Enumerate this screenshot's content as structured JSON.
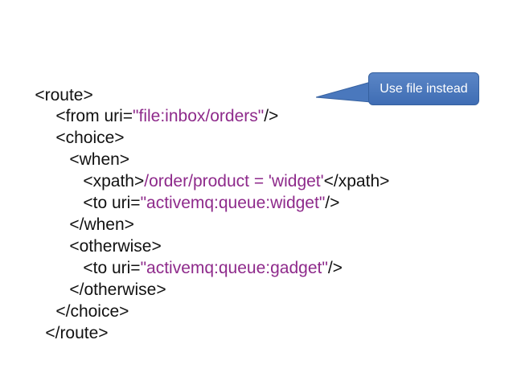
{
  "callout": {
    "text": "Use file instead",
    "fill": "#4a78bd",
    "border": "#35609f"
  },
  "colors": {
    "tag": "#111111",
    "value": "#8e2a8b"
  },
  "code": {
    "line1": {
      "tag": "<route>"
    },
    "line2": {
      "open": "<from uri=",
      "value": "\"file:inbox/orders\"",
      "close": "/>"
    },
    "line3": {
      "tag": "<choice>"
    },
    "line4": {
      "tag": "<when>"
    },
    "line5": {
      "open": "<xpath>",
      "value": "/order/product = 'widget'",
      "close": "</xpath>"
    },
    "line6": {
      "open": "<to uri=",
      "value": "\"activemq:queue:widget\"",
      "close": "/>"
    },
    "line7": {
      "tag": "</when>"
    },
    "line8": {
      "tag": "<otherwise>"
    },
    "line9": {
      "open": "<to uri=",
      "value": "\"activemq:queue:gadget\"",
      "close": "/>"
    },
    "line10": {
      "tag": "</otherwise>"
    },
    "line11": {
      "tag": "</choice>"
    },
    "line12": {
      "tag": "</route>"
    }
  }
}
